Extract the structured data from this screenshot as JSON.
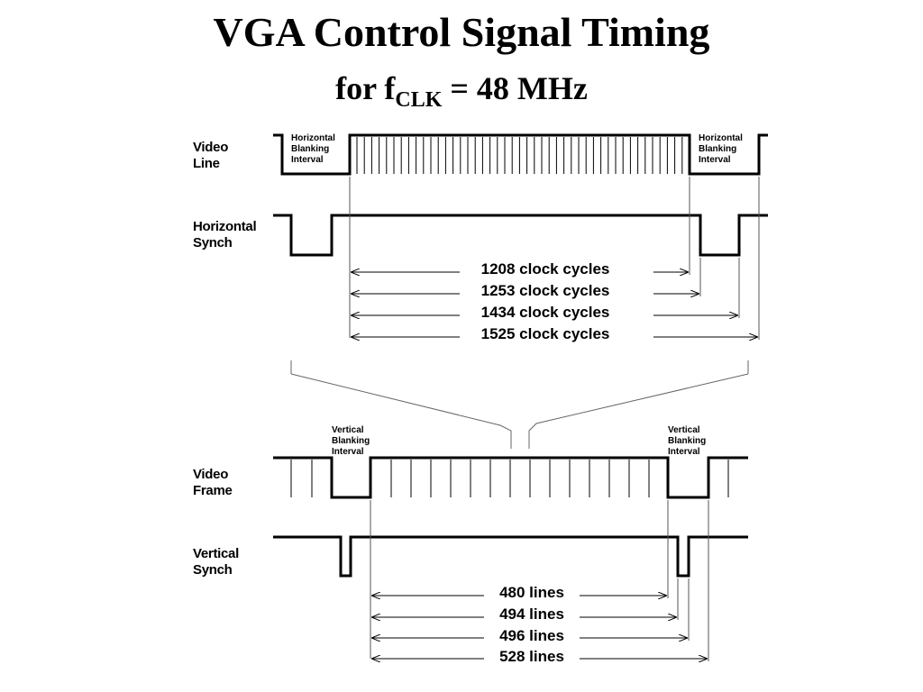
{
  "title": "VGA Control Signal Timing",
  "subtitle": {
    "prefix": "for f",
    "sub": "CLK",
    "suffix": " = 48 MHz"
  },
  "horizontal": {
    "video_line_label": [
      "Video",
      "Line"
    ],
    "hsync_label": [
      "Horizontal",
      "Synch"
    ],
    "blanking_left": [
      "Horizontal",
      "Blanking",
      "Interval"
    ],
    "blanking_right": [
      "Horizontal",
      "Blanking",
      "Interval"
    ],
    "dimensions": [
      {
        "value": 1208,
        "label": "1208 clock cycles"
      },
      {
        "value": 1253,
        "label": "1253 clock cycles"
      },
      {
        "value": 1434,
        "label": "1434 clock cycles"
      },
      {
        "value": 1525,
        "label": "1525 clock cycles"
      }
    ]
  },
  "vertical": {
    "video_frame_label": [
      "Video",
      "Frame"
    ],
    "vsync_label": [
      "Vertical",
      "Synch"
    ],
    "blanking_left": [
      "Vertical",
      "Blanking",
      "Interval"
    ],
    "blanking_right": [
      "Vertical",
      "Blanking",
      "Interval"
    ],
    "dimensions": [
      {
        "value": 480,
        "label": "480 lines"
      },
      {
        "value": 494,
        "label": "494 lines"
      },
      {
        "value": 496,
        "label": "496 lines"
      },
      {
        "value": 528,
        "label": "528 lines"
      }
    ]
  },
  "colors": {
    "line": "#000000",
    "guide": "#555555"
  }
}
